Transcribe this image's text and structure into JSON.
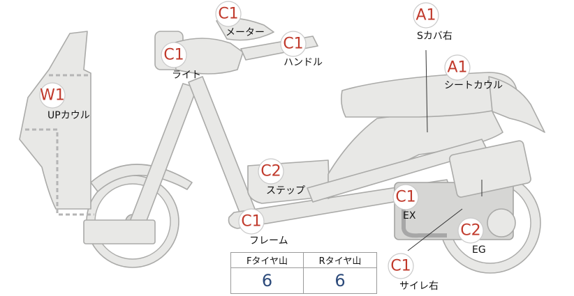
{
  "parts": [
    {
      "id": "meter",
      "grade": "C1",
      "label": "メーター"
    },
    {
      "id": "handle",
      "grade": "C1",
      "label": "ハンドル"
    },
    {
      "id": "light",
      "grade": "C1",
      "label": "ライト"
    },
    {
      "id": "up-cowl",
      "grade": "W1",
      "label": "UPカウル"
    },
    {
      "id": "s-cover-right",
      "grade": "A1",
      "label": "Sカバ右"
    },
    {
      "id": "seat-cowl",
      "grade": "A1",
      "label": "シートカウル"
    },
    {
      "id": "step",
      "grade": "C2",
      "label": "ステップ"
    },
    {
      "id": "ex",
      "grade": "C1",
      "label": "EX"
    },
    {
      "id": "frame",
      "grade": "C1",
      "label": "フレーム"
    },
    {
      "id": "eg",
      "grade": "C2",
      "label": "EG"
    },
    {
      "id": "side-right",
      "grade": "C1",
      "label": "サイレ右"
    }
  ],
  "tire_table": {
    "front_header": "Fタイヤ山",
    "rear_header": "Rタイヤ山",
    "front_value": "6",
    "rear_value": "6"
  },
  "colors": {
    "grade_text": "#c0392b",
    "tire_value": "#2c4a7a",
    "part_fill": "#e8e8e6"
  }
}
